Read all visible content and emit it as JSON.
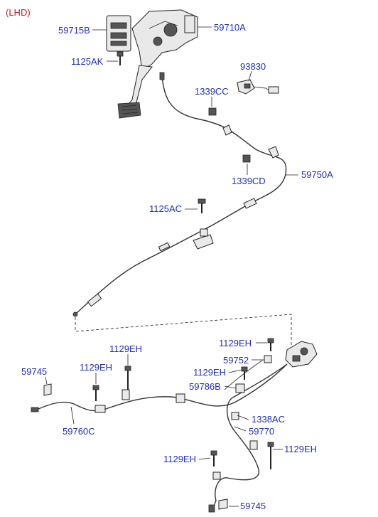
{
  "header": {
    "variant": "(LHD)"
  },
  "labels": {
    "p59715B": "59715B",
    "p59710A": "59710A",
    "p1125AK": "1125AK",
    "p93830": "93830",
    "p1339CC": "1339CC",
    "p1339CD": "1339CD",
    "p59750A": "59750A",
    "p1125AC": "1125AC",
    "p1129EH_a": "1129EH",
    "p1129EH_b": "1129EH",
    "p1129EH_c": "1129EH",
    "p1129EH_d": "1129EH",
    "p1129EH_e": "1129EH",
    "p1129EH_f": "1129EH",
    "p59745_a": "59745",
    "p59745_b": "59745",
    "p59752": "59752",
    "p59786B": "59786B",
    "p1338AC": "1338AC",
    "p59770": "59770",
    "p59760C": "59760C"
  }
}
